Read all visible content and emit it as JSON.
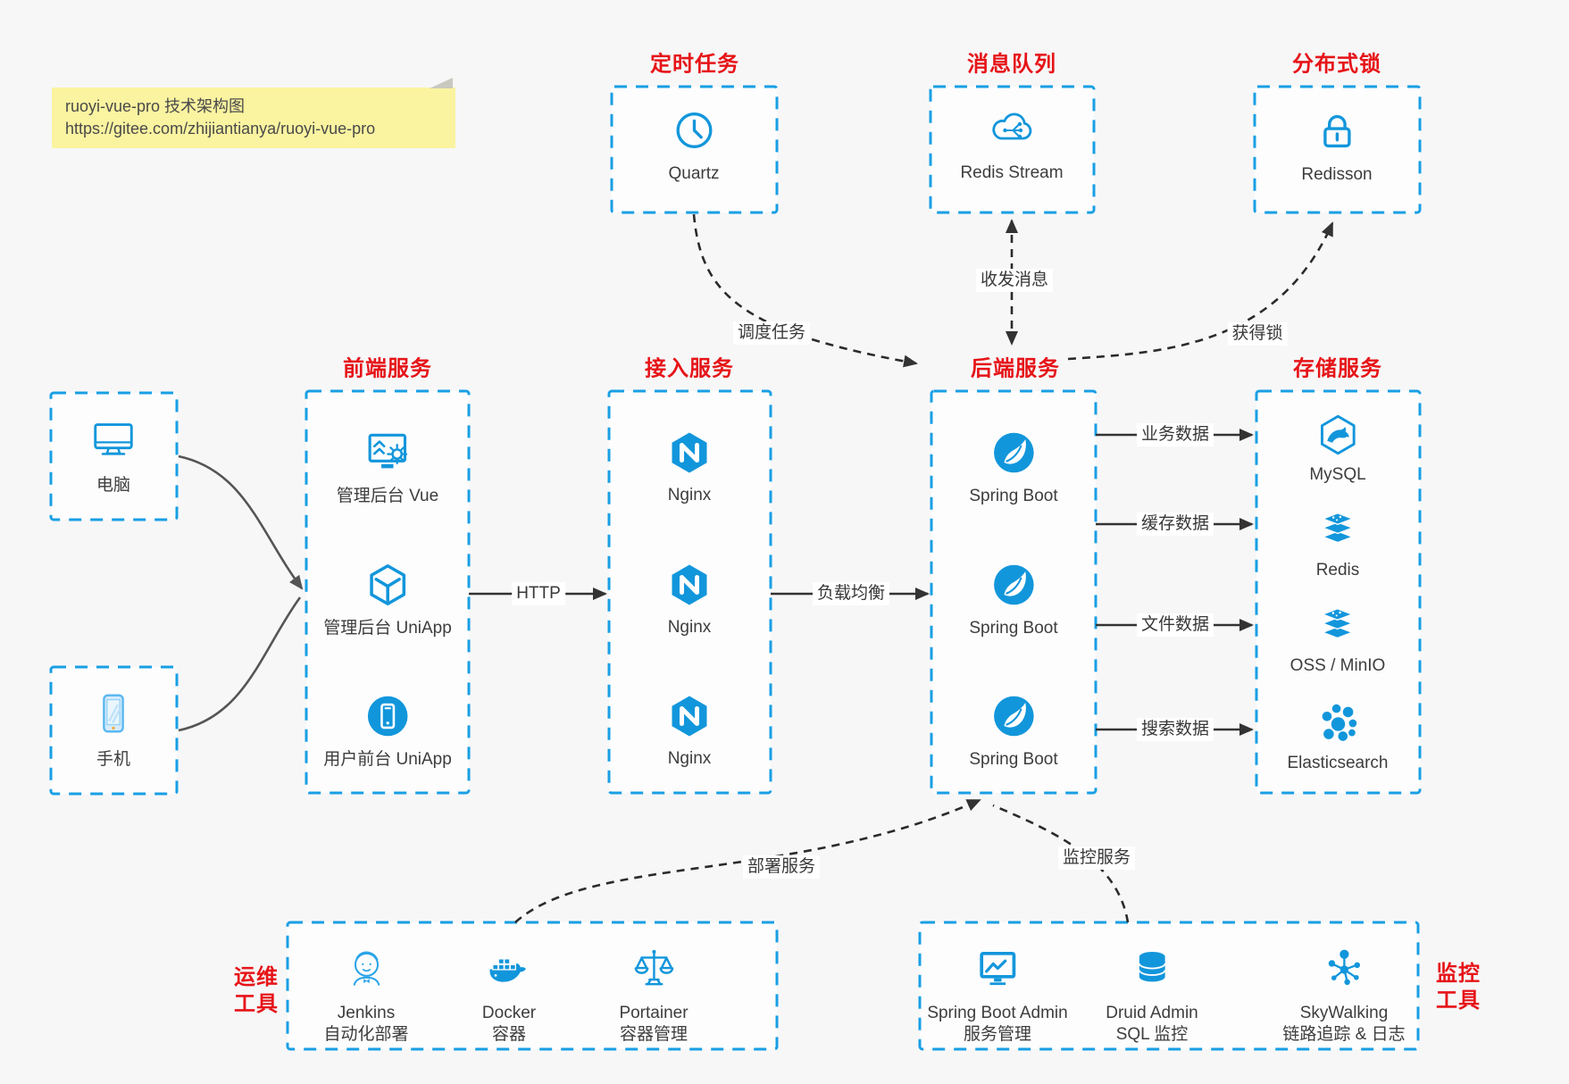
{
  "note": {
    "line1": "ruoyi-vue-pro 技术架构图",
    "line2": "https://gitee.com/zhijiantianya/ruoyi-vue-pro"
  },
  "colors": {
    "accent_blue": "#1296db",
    "border_blue": "#189fe4",
    "title_red": "#e61418",
    "arrow_dark": "#333333",
    "note_yellow": "#faf3a0",
    "background": "#f7f7f8"
  },
  "groups": {
    "scheduler": {
      "title": "定时任务",
      "items": [
        {
          "icon": "clock-icon",
          "label": "Quartz"
        }
      ]
    },
    "mq": {
      "title": "消息队列",
      "items": [
        {
          "icon": "cloud-stream-icon",
          "label": "Redis Stream"
        }
      ]
    },
    "lock": {
      "title": "分布式锁",
      "items": [
        {
          "icon": "lock-icon",
          "label": "Redisson"
        }
      ]
    },
    "clients": {
      "items": [
        {
          "icon": "desktop-icon",
          "label": "电脑"
        },
        {
          "icon": "mobile-icon",
          "label": "手机"
        }
      ]
    },
    "frontend": {
      "title": "前端服务",
      "items": [
        {
          "icon": "admin-vue-icon",
          "label": "管理后台 Vue"
        },
        {
          "icon": "uniapp-cube-icon",
          "label": "管理后台 UniApp"
        },
        {
          "icon": "user-app-icon",
          "label": "用户前台 UniApp"
        }
      ]
    },
    "gateway": {
      "title": "接入服务",
      "items": [
        {
          "icon": "nginx-icon",
          "label": "Nginx"
        },
        {
          "icon": "nginx-icon",
          "label": "Nginx"
        },
        {
          "icon": "nginx-icon",
          "label": "Nginx"
        }
      ]
    },
    "backend": {
      "title": "后端服务",
      "items": [
        {
          "icon": "spring-boot-icon",
          "label": "Spring Boot"
        },
        {
          "icon": "spring-boot-icon",
          "label": "Spring Boot"
        },
        {
          "icon": "spring-boot-icon",
          "label": "Spring Boot"
        }
      ]
    },
    "storage": {
      "title": "存储服务",
      "items": [
        {
          "icon": "mysql-icon",
          "label": "MySQL"
        },
        {
          "icon": "redis-icon",
          "label": "Redis"
        },
        {
          "icon": "oss-icon",
          "label": "OSS / MinIO"
        },
        {
          "icon": "elasticsearch-icon",
          "label": "Elasticsearch"
        }
      ]
    },
    "ops": {
      "title": [
        "运维",
        "工具"
      ],
      "items": [
        {
          "icon": "jenkins-icon",
          "label": "Jenkins",
          "sublabel": "自动化部署"
        },
        {
          "icon": "docker-icon",
          "label": "Docker",
          "sublabel": "容器"
        },
        {
          "icon": "portainer-icon",
          "label": "Portainer",
          "sublabel": "容器管理"
        }
      ]
    },
    "monitoring": {
      "title": [
        "监控",
        "工具"
      ],
      "items": [
        {
          "icon": "spring-boot-admin-icon",
          "label": "Spring Boot Admin",
          "sublabel": "服务管理"
        },
        {
          "icon": "druid-icon",
          "label": "Druid Admin",
          "sublabel": "SQL 监控"
        },
        {
          "icon": "skywalking-icon",
          "label": "SkyWalking",
          "sublabel": "链路追踪 & 日志"
        }
      ]
    }
  },
  "edges": {
    "http": "HTTP",
    "load_balance": "负载均衡",
    "business_data": "业务数据",
    "cache_data": "缓存数据",
    "file_data": "文件数据",
    "search_data": "搜索数据",
    "schedule_task": "调度任务",
    "send_receive_message": "收发消息",
    "acquire_lock": "获得锁",
    "deploy_service": "部署服务",
    "monitor_service": "监控服务"
  }
}
